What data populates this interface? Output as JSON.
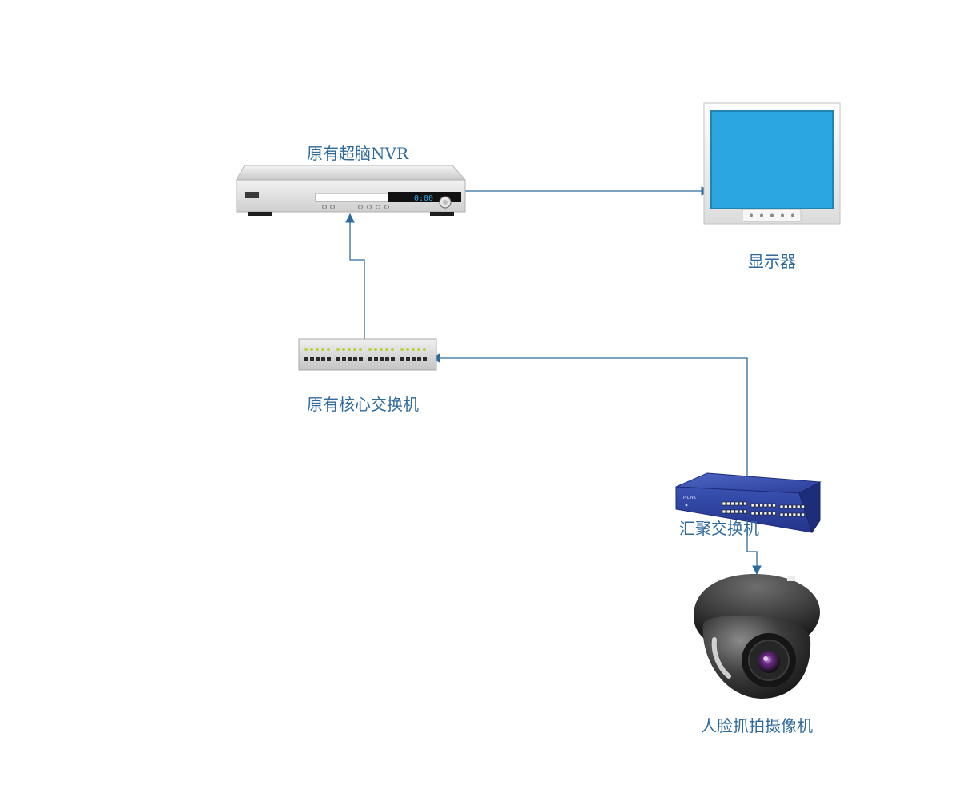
{
  "diagram": {
    "nodes": {
      "nvr": {
        "label": "原有超脑NVR",
        "display": "0:00",
        "icon": "nvr-recorder-icon"
      },
      "monitor": {
        "label": "显示器",
        "icon": "monitor-icon",
        "screen_color": "#2ca6df"
      },
      "core_switch": {
        "label": "原有核心交换机",
        "icon": "core-switch-icon"
      },
      "aggregation_switch": {
        "label": "汇聚交换机",
        "icon": "aggregation-switch-icon"
      },
      "camera": {
        "label": "人脸抓拍摄像机",
        "icon": "dome-camera-icon"
      }
    },
    "edges": [
      {
        "from": "nvr",
        "to": "monitor"
      },
      {
        "from": "core_switch",
        "to": "nvr"
      },
      {
        "from": "aggregation_switch",
        "to": "core_switch"
      },
      {
        "from": "aggregation_switch",
        "to": "camera"
      }
    ],
    "colors": {
      "line": "#2f6a9c",
      "label": "#2f6a9c"
    }
  }
}
